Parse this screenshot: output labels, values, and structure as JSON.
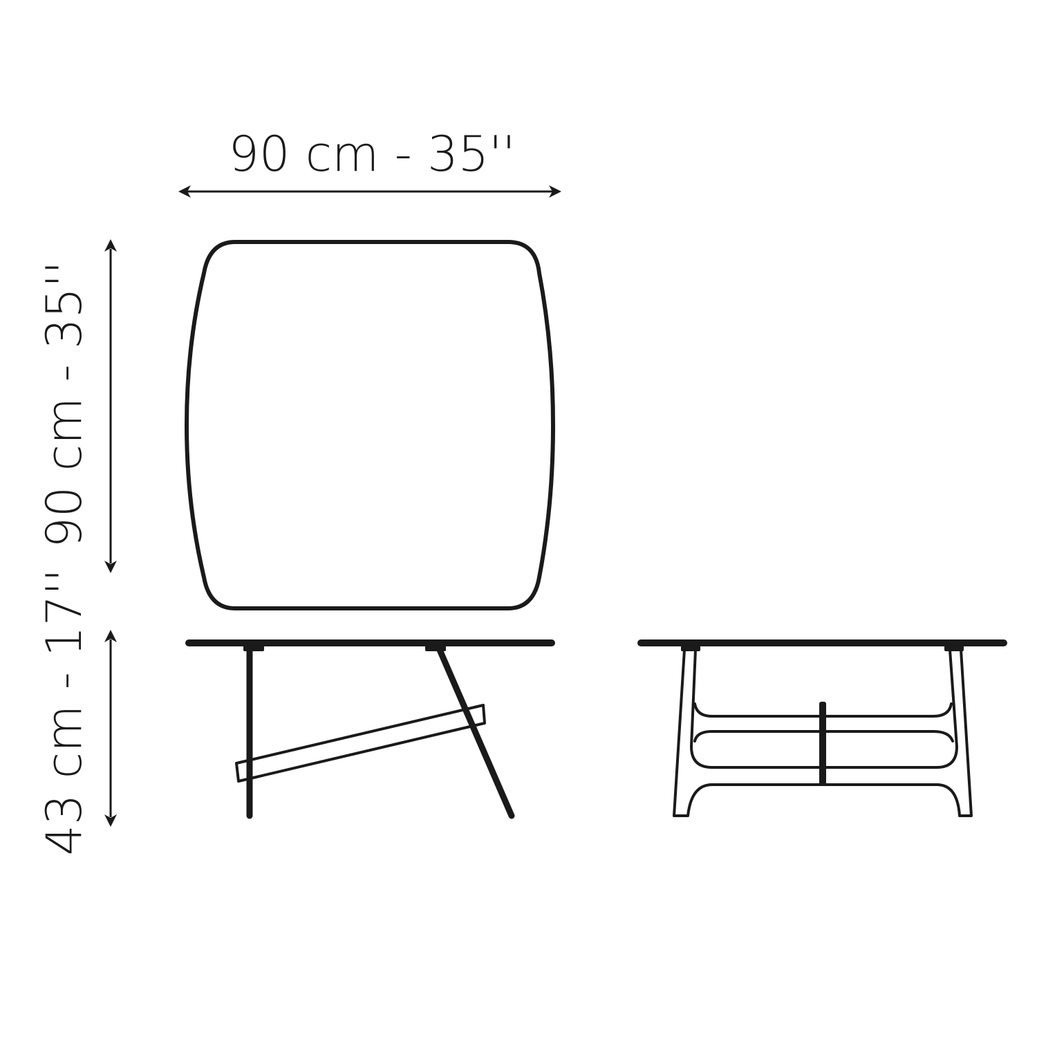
{
  "dimensions": {
    "width_label": "90 cm - 35''",
    "depth_label": "90 cm - 35''",
    "height_label": "43 cm - 17''"
  },
  "colors": {
    "line": "#1a1a1a",
    "background": "#ffffff"
  }
}
